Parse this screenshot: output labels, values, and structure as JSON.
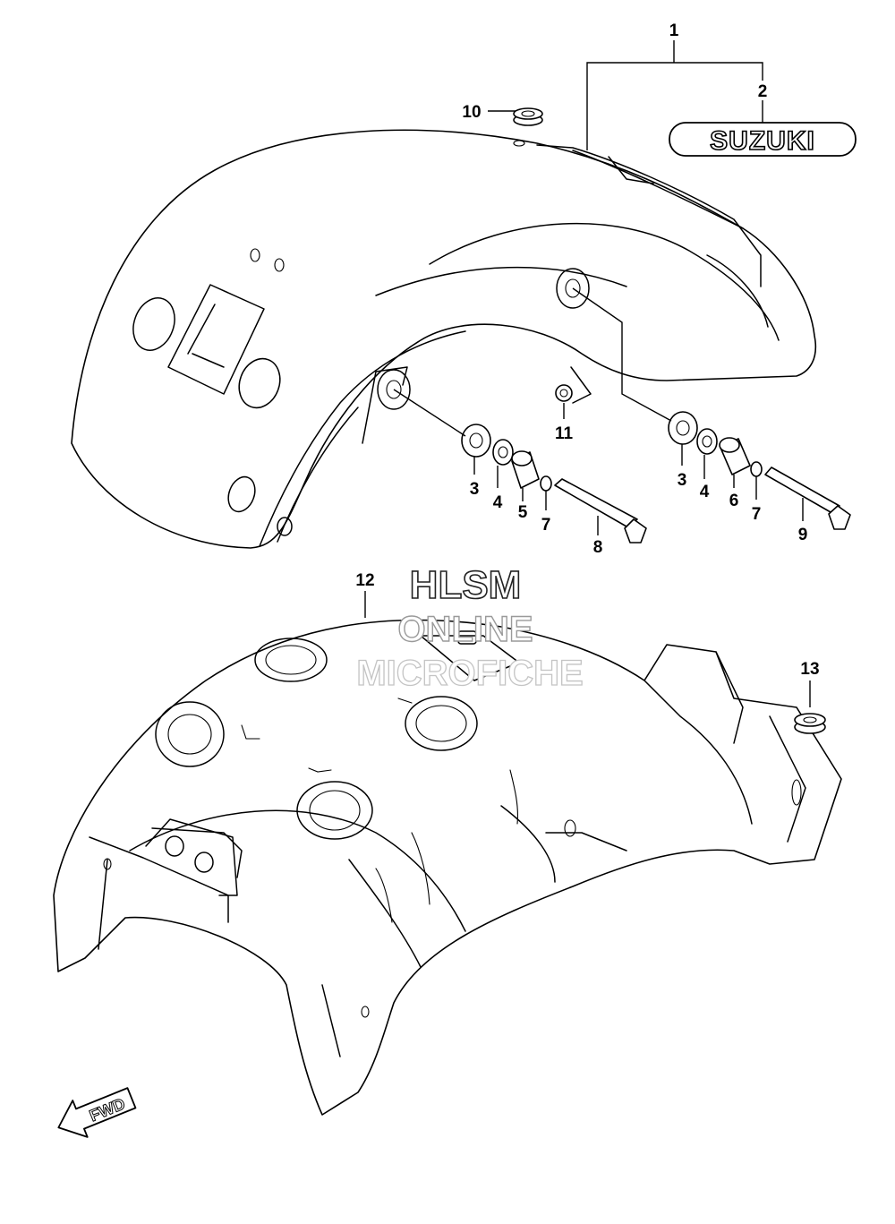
{
  "labels": {
    "p1": "1",
    "p2": "2",
    "p3a": "3",
    "p3b": "3",
    "p4a": "4",
    "p4b": "4",
    "p5": "5",
    "p6": "6",
    "p7a": "7",
    "p7b": "7",
    "p8": "8",
    "p9": "9",
    "p10": "10",
    "p11": "11",
    "p12": "12",
    "p13": "13"
  },
  "emblem_text": "SUZUKI",
  "fwd_text": "FWD",
  "watermark": {
    "line1": "HLSM",
    "line2": "ONLINE",
    "line3": "MICROFICHE"
  }
}
